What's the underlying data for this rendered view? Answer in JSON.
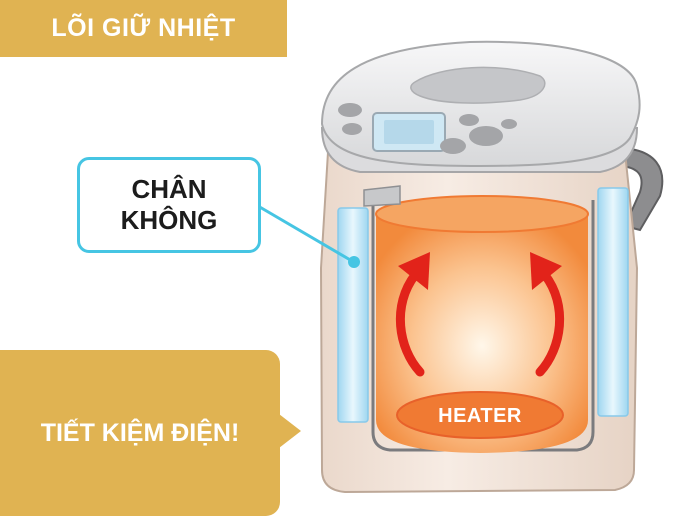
{
  "title": "LÕI GIỮ NHIỆT",
  "callout": {
    "line1": "CHÂN",
    "line2": "KHÔNG"
  },
  "savings": "TIẾT KIỆM ĐIỆN!",
  "heater": "HEATER",
  "colors": {
    "banner": "#e0b352",
    "callout_border": "#46c5e3",
    "vacuum_layer": "#bfe6f6",
    "heater": "#f07a33",
    "arrows": "#e2231a",
    "body": "#f2e6dd",
    "lid": "#e9e9ea"
  }
}
